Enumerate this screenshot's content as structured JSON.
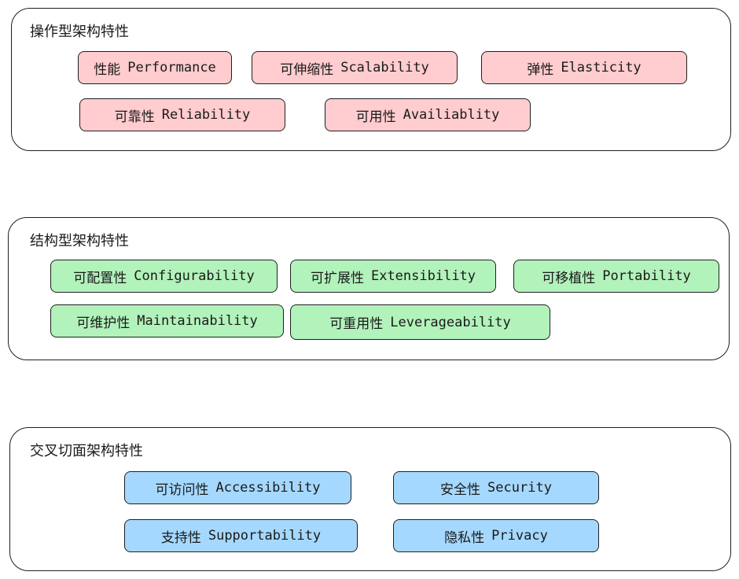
{
  "colors": {
    "operational": "#ffcccf",
    "structural": "#b2f2bb",
    "cross_cutting": "#a5d8ff",
    "border": "#1f1f1f"
  },
  "groups": [
    {
      "title": "操作型架构特性",
      "items": [
        {
          "zh": "性能",
          "en": "Performance"
        },
        {
          "zh": "可伸缩性",
          "en": "Scalability"
        },
        {
          "zh": "弹性",
          "en": "Elasticity"
        },
        {
          "zh": "可靠性",
          "en": "Reliability"
        },
        {
          "zh": "可用性",
          "en": "Availiablity"
        }
      ]
    },
    {
      "title": "结构型架构特性",
      "items": [
        {
          "zh": "可配置性",
          "en": "Configurability"
        },
        {
          "zh": "可扩展性",
          "en": "Extensibility"
        },
        {
          "zh": "可移植性",
          "en": "Portability"
        },
        {
          "zh": "可维护性",
          "en": "Maintainability"
        },
        {
          "zh": "可重用性",
          "en": "Leverageability"
        }
      ]
    },
    {
      "title": "交叉切面架构特性",
      "items": [
        {
          "zh": "可访问性",
          "en": "Accessibility"
        },
        {
          "zh": "安全性",
          "en": "Security"
        },
        {
          "zh": "支持性",
          "en": "Supportability"
        },
        {
          "zh": "隐私性",
          "en": "Privacy"
        }
      ]
    }
  ]
}
